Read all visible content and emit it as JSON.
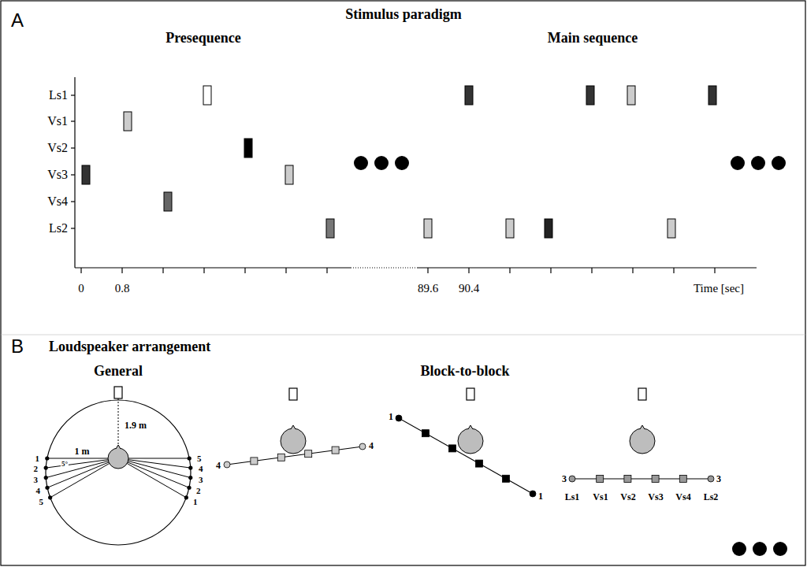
{
  "diagram": {
    "labels": [
      "A",
      "Stimulus paradigm",
      "Presequence",
      "Main sequence",
      "Ls1",
      "Vs1",
      "Vs2",
      "Vs3",
      "Vs4",
      "Ls2",
      "0",
      "0.8",
      "89.6",
      "90.4",
      "Time [sec]",
      "B",
      "Loudspeaker arrangement",
      "General",
      "Block-to-block",
      "1.9 m",
      "1 m",
      "5°",
      "1",
      "2",
      "3",
      "4",
      "5",
      "5",
      "4",
      "3",
      "2",
      "1",
      "4",
      "4",
      "1",
      "1",
      "3",
      "3",
      "Ls1",
      "Vs1",
      "Vs2",
      "Vs3",
      "Vs4",
      "Ls2"
    ]
  }
}
